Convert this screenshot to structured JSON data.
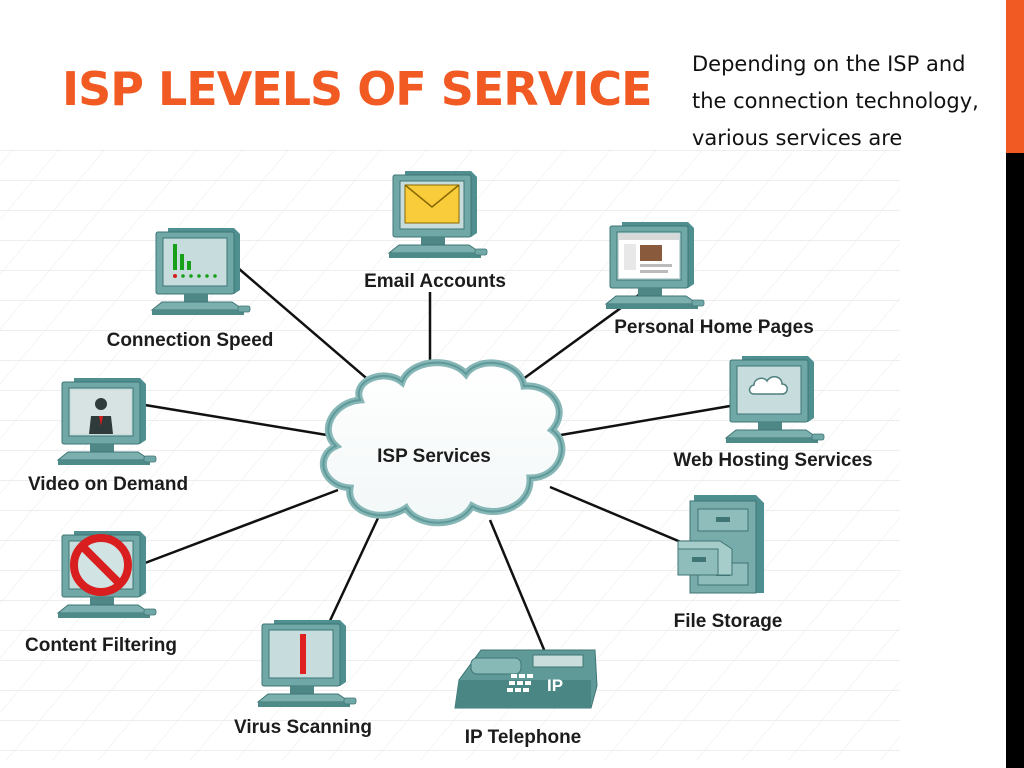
{
  "slide": {
    "title": "ISP LEVELS OF SERVICE",
    "description": "Depending on the ISP and the connection technology, various services are available.",
    "accent_color": "#f15a22"
  },
  "diagram": {
    "center_label": "ISP Services",
    "nodes": [
      {
        "id": "email",
        "label": "Email Accounts",
        "icon": "computer-envelope-icon"
      },
      {
        "id": "homepages",
        "label": "Personal Home Pages",
        "icon": "computer-webpage-icon"
      },
      {
        "id": "webhosting",
        "label": "Web Hosting Services",
        "icon": "computer-cloud-icon"
      },
      {
        "id": "filestorage",
        "label": "File Storage",
        "icon": "filing-cabinet-icon"
      },
      {
        "id": "iptelephone",
        "label": "IP Telephone",
        "icon": "ip-phone-icon",
        "badge": "IP"
      },
      {
        "id": "virusscan",
        "label": "Virus Scanning",
        "icon": "computer-scan-icon"
      },
      {
        "id": "filtering",
        "label": "Content Filtering",
        "icon": "computer-blocked-icon"
      },
      {
        "id": "video",
        "label": "Video on Demand",
        "icon": "computer-video-icon"
      },
      {
        "id": "speed",
        "label": "Connection Speed",
        "icon": "computer-bar-graph-icon"
      }
    ]
  }
}
